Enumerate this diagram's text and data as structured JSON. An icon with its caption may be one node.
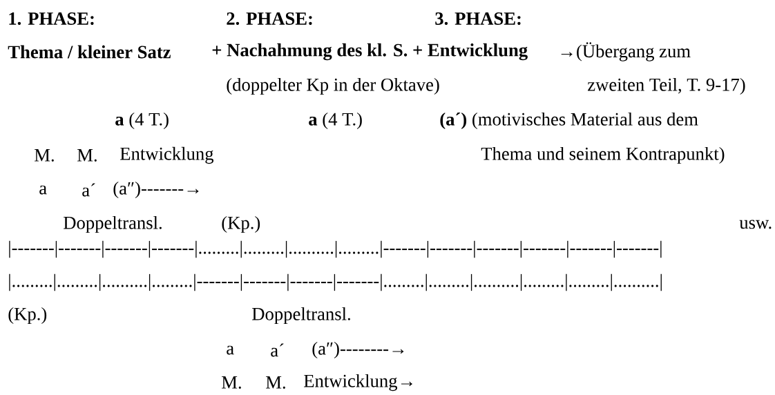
{
  "diagram": {
    "labels": [
      "1. PHASE:",
      "2. PHASE:",
      "3. PHASE:",
      "Thema / kleiner Satz",
      "+ Nachahmung des kl. S. + Entwicklung",
      "→(Übergang zum",
      "(doppelter Kp in der Oktave)",
      "zweiten Teil, T. 9-17)",
      "**a** (4 T.)",
      "**a** (4 T.)",
      "**(a´)** (motivisches Material aus dem",
      "M.",
      "M.",
      "Entwicklung",
      "Thema und seinem Kontrapunkt)",
      "a",
      "a´",
      "(a″)-------→",
      "Doppeltransl.",
      "(Kp.)",
      "usw.",
      "|-------|-------|-------|-------|.........|.........|..........|.........|-------|-------|-------|-------|-------|-------|",
      "|.........|.........|..........|.........|-------|-------|-------|-------|.........|.........|..........|.........|.........|..........|",
      "(Kp.)",
      "Doppeltransl.",
      "a",
      "a´",
      "(a″)--------→",
      "M.",
      "M.",
      "Entwicklung→"
    ]
  }
}
